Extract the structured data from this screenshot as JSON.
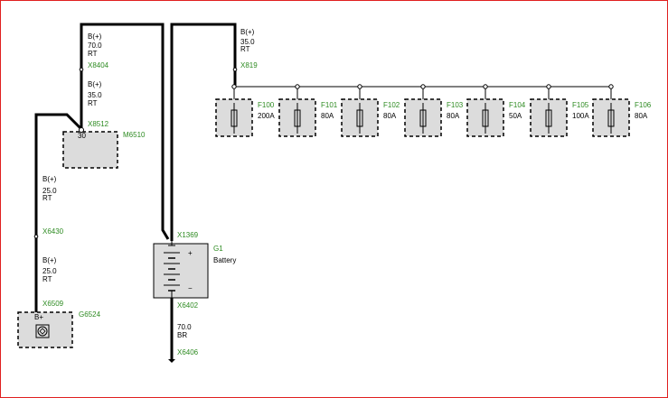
{
  "colors": {
    "frame": "#e02020",
    "connector": "#2e8b22",
    "component_fill": "#dcdcdc"
  },
  "wires": {
    "w_top_left": {
      "sig": "B(+)",
      "gauge": "70.0",
      "color": "RT"
    },
    "w_m6510": {
      "sig": "B(+)",
      "gauge": "35.0",
      "color": "RT"
    },
    "w_mid": {
      "sig": "B(+)",
      "gauge": "25.0",
      "color": "RT"
    },
    "w_low": {
      "sig": "B(+)",
      "gauge": "25.0",
      "color": "RT"
    },
    "w_fuse_feed": {
      "sig": "B(+)",
      "gauge": "35.0",
      "color": "RT"
    },
    "w_ground": {
      "gauge": "70.0",
      "color": "BR"
    }
  },
  "connectors": {
    "x8404": "X8404",
    "x8512": "X8512",
    "x6430": "X6430",
    "x6509": "X6509",
    "x1369": "X1369",
    "x6402": "X6402",
    "x6406": "X6406",
    "x819": "X819"
  },
  "components": {
    "m6510": {
      "id": "M6510",
      "pin": "30"
    },
    "g6524": {
      "id": "G6524",
      "pin": "B+"
    },
    "battery": {
      "id": "G1",
      "name": "Battery",
      "plus": "+",
      "minus": "−"
    }
  },
  "fuses": [
    {
      "id": "F100",
      "rating": "200A"
    },
    {
      "id": "F101",
      "rating": "80A"
    },
    {
      "id": "F102",
      "rating": "80A"
    },
    {
      "id": "F103",
      "rating": "80A"
    },
    {
      "id": "F104",
      "rating": "50A"
    },
    {
      "id": "F105",
      "rating": "100A"
    },
    {
      "id": "F106",
      "rating": "80A"
    }
  ]
}
